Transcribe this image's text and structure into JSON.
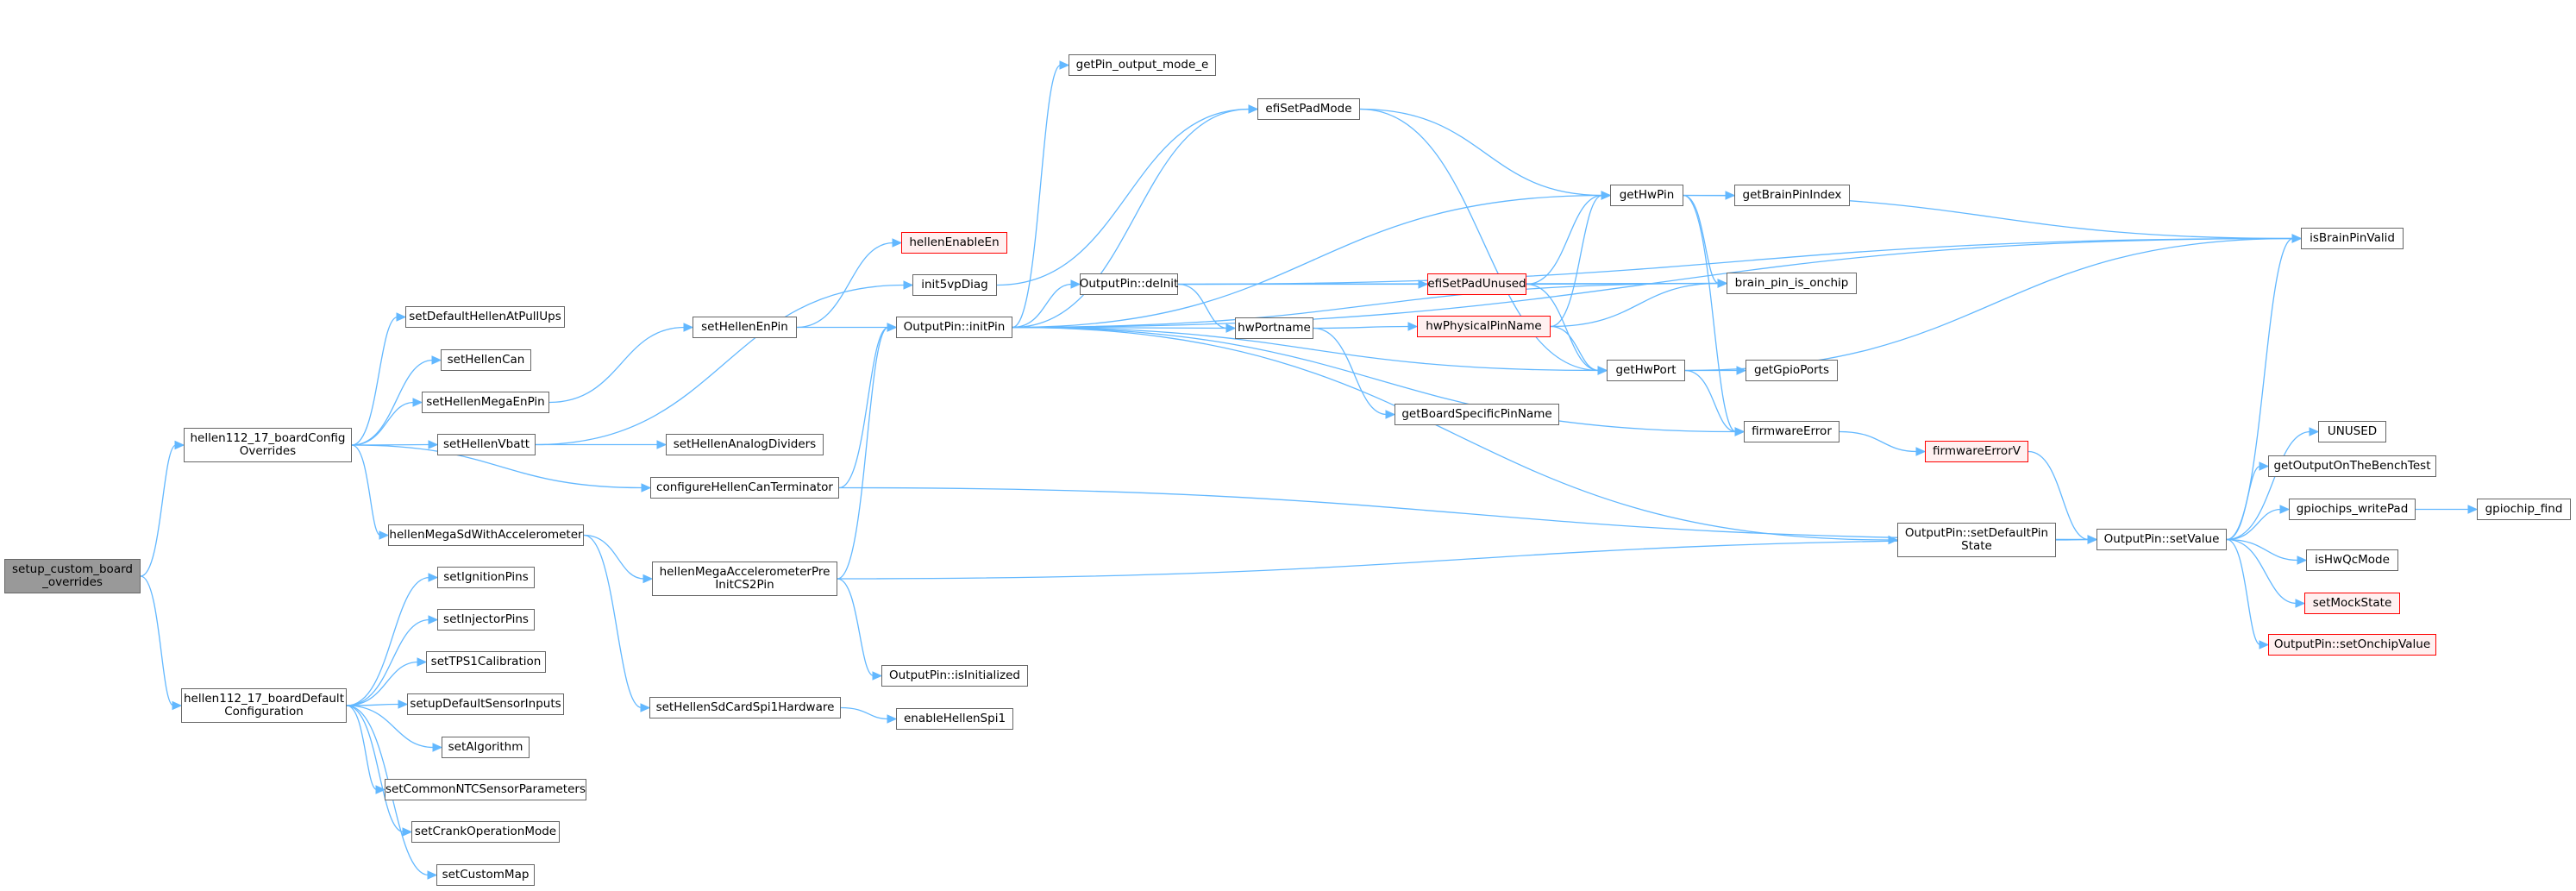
{
  "graph": {
    "type": "call-graph",
    "edge_color": "#63b8ff",
    "node_border_color": "#666666",
    "root_fill_color": "#999999",
    "truncated_border_color": "#ff0000",
    "truncated_fill_color": "#fff0f0",
    "nodes": [
      {
        "id": "setup_custom_board_overrides",
        "label": "setup_custom_board\n_overrides",
        "kind": "root"
      },
      {
        "id": "hellen112_17_boardConfigOverrides",
        "label": "hellen112_17_boardConfig\nOverrides",
        "kind": "normal"
      },
      {
        "id": "hellen112_17_boardDefaultConfiguration",
        "label": "hellen112_17_boardDefault\nConfiguration",
        "kind": "normal"
      },
      {
        "id": "setDefaultHellenAtPullUps",
        "label": "setDefaultHellenAtPullUps",
        "kind": "normal"
      },
      {
        "id": "setHellenCan",
        "label": "setHellenCan",
        "kind": "normal"
      },
      {
        "id": "setHellenMegaEnPin",
        "label": "setHellenMegaEnPin",
        "kind": "normal"
      },
      {
        "id": "setHellenVbatt",
        "label": "setHellenVbatt",
        "kind": "normal"
      },
      {
        "id": "hellenMegaSdWithAccelerometer",
        "label": "hellenMegaSdWithAccelerometer",
        "kind": "normal"
      },
      {
        "id": "setIgnitionPins",
        "label": "setIgnitionPins",
        "kind": "normal"
      },
      {
        "id": "setInjectorPins",
        "label": "setInjectorPins",
        "kind": "normal"
      },
      {
        "id": "setTPS1Calibration",
        "label": "setTPS1Calibration",
        "kind": "normal"
      },
      {
        "id": "setupDefaultSensorInputs",
        "label": "setupDefaultSensorInputs",
        "kind": "normal"
      },
      {
        "id": "setAlgorithm",
        "label": "setAlgorithm",
        "kind": "normal"
      },
      {
        "id": "setCommonNTCSensorParameters",
        "label": "setCommonNTCSensorParameters",
        "kind": "normal"
      },
      {
        "id": "setCrankOperationMode",
        "label": "setCrankOperationMode",
        "kind": "normal"
      },
      {
        "id": "setCustomMap",
        "label": "setCustomMap",
        "kind": "normal"
      },
      {
        "id": "setHellenEnPin",
        "label": "setHellenEnPin",
        "kind": "normal"
      },
      {
        "id": "setHellenAnalogDividers",
        "label": "setHellenAnalogDividers",
        "kind": "normal"
      },
      {
        "id": "configureHellenCanTerminator",
        "label": "configureHellenCanTerminator",
        "kind": "normal"
      },
      {
        "id": "hellenMegaAccelerometerPreInitCS2Pin",
        "label": "hellenMegaAccelerometerPre\nInitCS2Pin",
        "kind": "normal"
      },
      {
        "id": "setHellenSdCardSpi1Hardware",
        "label": "setHellenSdCardSpi1Hardware",
        "kind": "normal"
      },
      {
        "id": "hellenEnableEn",
        "label": "hellenEnableEn",
        "kind": "truncated"
      },
      {
        "id": "init5vpDiag",
        "label": "init5vpDiag",
        "kind": "normal"
      },
      {
        "id": "OutputPin_initPin",
        "label": "OutputPin::initPin",
        "kind": "normal"
      },
      {
        "id": "OutputPin_isInitialized",
        "label": "OutputPin::isInitialized",
        "kind": "normal"
      },
      {
        "id": "enableHellenSpi1",
        "label": "enableHellenSpi1",
        "kind": "normal"
      },
      {
        "id": "getPin_output_mode_e",
        "label": "getPin_output_mode_e",
        "kind": "normal"
      },
      {
        "id": "efiSetPadMode",
        "label": "efiSetPadMode",
        "kind": "normal"
      },
      {
        "id": "OutputPin_deInit",
        "label": "OutputPin::deInit",
        "kind": "normal"
      },
      {
        "id": "hwPortname",
        "label": "hwPortname",
        "kind": "normal"
      },
      {
        "id": "getBoardSpecificPinName",
        "label": "getBoardSpecificPinName",
        "kind": "normal"
      },
      {
        "id": "efiSetPadUnused",
        "label": "efiSetPadUnused",
        "kind": "truncated"
      },
      {
        "id": "hwPhysicalPinName",
        "label": "hwPhysicalPinName",
        "kind": "truncated"
      },
      {
        "id": "getHwPin",
        "label": "getHwPin",
        "kind": "normal"
      },
      {
        "id": "getHwPort",
        "label": "getHwPort",
        "kind": "normal"
      },
      {
        "id": "getBrainPinIndex",
        "label": "getBrainPinIndex",
        "kind": "normal"
      },
      {
        "id": "brain_pin_is_onchip",
        "label": "brain_pin_is_onchip",
        "kind": "normal"
      },
      {
        "id": "getGpioPorts",
        "label": "getGpioPorts",
        "kind": "normal"
      },
      {
        "id": "firmwareError",
        "label": "firmwareError",
        "kind": "normal"
      },
      {
        "id": "firmwareErrorV",
        "label": "firmwareErrorV",
        "kind": "truncated"
      },
      {
        "id": "OutputPin_setDefaultPinState",
        "label": "OutputPin::setDefaultPin\nState",
        "kind": "normal"
      },
      {
        "id": "OutputPin_setValue",
        "label": "OutputPin::setValue",
        "kind": "normal"
      },
      {
        "id": "isBrainPinValid",
        "label": "isBrainPinValid",
        "kind": "normal"
      },
      {
        "id": "UNUSED",
        "label": "UNUSED",
        "kind": "normal"
      },
      {
        "id": "getOutputOnTheBenchTest",
        "label": "getOutputOnTheBenchTest",
        "kind": "normal"
      },
      {
        "id": "gpiochips_writePad",
        "label": "gpiochips_writePad",
        "kind": "normal"
      },
      {
        "id": "gpiochip_find",
        "label": "gpiochip_find",
        "kind": "normal"
      },
      {
        "id": "isHwQcMode",
        "label": "isHwQcMode",
        "kind": "normal"
      },
      {
        "id": "setMockState",
        "label": "setMockState",
        "kind": "truncated"
      },
      {
        "id": "OutputPin_setOnchipValue",
        "label": "OutputPin::setOnchipValue",
        "kind": "truncated"
      }
    ],
    "edges": [
      [
        "setup_custom_board_overrides",
        "hellen112_17_boardConfigOverrides"
      ],
      [
        "setup_custom_board_overrides",
        "hellen112_17_boardDefaultConfiguration"
      ],
      [
        "hellen112_17_boardConfigOverrides",
        "setDefaultHellenAtPullUps"
      ],
      [
        "hellen112_17_boardConfigOverrides",
        "setHellenCan"
      ],
      [
        "hellen112_17_boardConfigOverrides",
        "setHellenMegaEnPin"
      ],
      [
        "hellen112_17_boardConfigOverrides",
        "setHellenVbatt"
      ],
      [
        "hellen112_17_boardConfigOverrides",
        "configureHellenCanTerminator"
      ],
      [
        "hellen112_17_boardConfigOverrides",
        "hellenMegaSdWithAccelerometer"
      ],
      [
        "hellen112_17_boardDefaultConfiguration",
        "setIgnitionPins"
      ],
      [
        "hellen112_17_boardDefaultConfiguration",
        "setInjectorPins"
      ],
      [
        "hellen112_17_boardDefaultConfiguration",
        "setTPS1Calibration"
      ],
      [
        "hellen112_17_boardDefaultConfiguration",
        "setupDefaultSensorInputs"
      ],
      [
        "hellen112_17_boardDefaultConfiguration",
        "setAlgorithm"
      ],
      [
        "hellen112_17_boardDefaultConfiguration",
        "setCommonNTCSensorParameters"
      ],
      [
        "hellen112_17_boardDefaultConfiguration",
        "setCrankOperationMode"
      ],
      [
        "hellen112_17_boardDefaultConfiguration",
        "setCustomMap"
      ],
      [
        "setHellenMegaEnPin",
        "setHellenEnPin"
      ],
      [
        "setHellenVbatt",
        "init5vpDiag"
      ],
      [
        "setHellenVbatt",
        "setHellenAnalogDividers"
      ],
      [
        "setHellenEnPin",
        "hellenEnableEn"
      ],
      [
        "setHellenEnPin",
        "OutputPin_initPin"
      ],
      [
        "configureHellenCanTerminator",
        "OutputPin_initPin"
      ],
      [
        "configureHellenCanTerminator",
        "OutputPin_setValue"
      ],
      [
        "hellenMegaSdWithAccelerometer",
        "hellenMegaAccelerometerPreInitCS2Pin"
      ],
      [
        "hellenMegaSdWithAccelerometer",
        "setHellenSdCardSpi1Hardware"
      ],
      [
        "hellenMegaAccelerometerPreInitCS2Pin",
        "OutputPin_initPin"
      ],
      [
        "hellenMegaAccelerometerPreInitCS2Pin",
        "OutputPin_isInitialized"
      ],
      [
        "hellenMegaAccelerometerPreInitCS2Pin",
        "OutputPin_setValue"
      ],
      [
        "setHellenSdCardSpi1Hardware",
        "enableHellenSpi1"
      ],
      [
        "init5vpDiag",
        "efiSetPadMode"
      ],
      [
        "OutputPin_initPin",
        "getPin_output_mode_e"
      ],
      [
        "OutputPin_initPin",
        "efiSetPadMode"
      ],
      [
        "OutputPin_initPin",
        "getHwPin"
      ],
      [
        "OutputPin_initPin",
        "isBrainPinValid"
      ],
      [
        "OutputPin_initPin",
        "brain_pin_is_onchip"
      ],
      [
        "OutputPin_initPin",
        "OutputPin_deInit"
      ],
      [
        "OutputPin_initPin",
        "hwPortname"
      ],
      [
        "OutputPin_initPin",
        "getHwPort"
      ],
      [
        "OutputPin_initPin",
        "firmwareError"
      ],
      [
        "OutputPin_initPin",
        "OutputPin_setDefaultPinState"
      ],
      [
        "OutputPin_deInit",
        "isBrainPinValid"
      ],
      [
        "OutputPin_deInit",
        "efiSetPadUnused"
      ],
      [
        "OutputPin_deInit",
        "brain_pin_is_onchip"
      ],
      [
        "OutputPin_deInit",
        "hwPortname"
      ],
      [
        "efiSetPadMode",
        "getHwPin"
      ],
      [
        "efiSetPadMode",
        "getHwPort"
      ],
      [
        "hwPortname",
        "hwPhysicalPinName"
      ],
      [
        "hwPortname",
        "getBoardSpecificPinName"
      ],
      [
        "efiSetPadUnused",
        "getHwPin"
      ],
      [
        "efiSetPadUnused",
        "brain_pin_is_onchip"
      ],
      [
        "efiSetPadUnused",
        "getHwPort"
      ],
      [
        "hwPhysicalPinName",
        "getHwPin"
      ],
      [
        "hwPhysicalPinName",
        "brain_pin_is_onchip"
      ],
      [
        "hwPhysicalPinName",
        "getHwPort"
      ],
      [
        "getHwPin",
        "getBrainPinIndex"
      ],
      [
        "getHwPin",
        "brain_pin_is_onchip"
      ],
      [
        "getHwPin",
        "isBrainPinValid"
      ],
      [
        "getHwPin",
        "firmwareError"
      ],
      [
        "getHwPort",
        "getGpioPorts"
      ],
      [
        "getHwPort",
        "isBrainPinValid"
      ],
      [
        "getHwPort",
        "firmwareError"
      ],
      [
        "firmwareError",
        "firmwareErrorV"
      ],
      [
        "firmwareErrorV",
        "OutputPin_setValue"
      ],
      [
        "OutputPin_setDefaultPinState",
        "OutputPin_setValue"
      ],
      [
        "OutputPin_setValue",
        "isBrainPinValid"
      ],
      [
        "OutputPin_setValue",
        "UNUSED"
      ],
      [
        "OutputPin_setValue",
        "getOutputOnTheBenchTest"
      ],
      [
        "OutputPin_setValue",
        "gpiochips_writePad"
      ],
      [
        "OutputPin_setValue",
        "isHwQcMode"
      ],
      [
        "OutputPin_setValue",
        "setMockState"
      ],
      [
        "OutputPin_setValue",
        "OutputPin_setOnchipValue"
      ],
      [
        "gpiochips_writePad",
        "gpiochip_find"
      ]
    ]
  }
}
